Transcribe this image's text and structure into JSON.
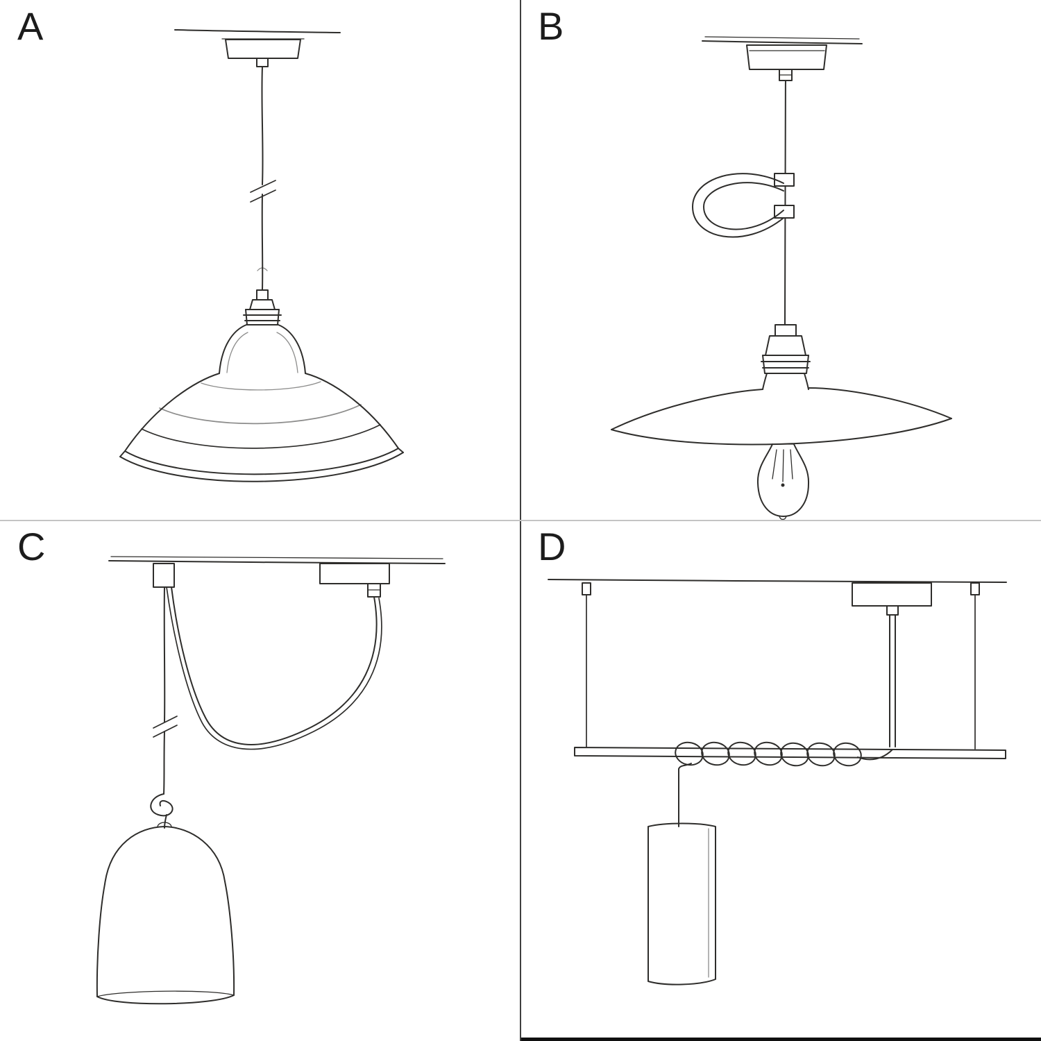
{
  "colors": {
    "ink": "#2e2d2b",
    "divider_vertical": "#3f3f3f",
    "divider_horizontal": "#c4c4c4",
    "baseline": "#101010"
  },
  "panels": [
    {
      "label": "A",
      "illustration": "pendant-with-industrial-bowl-shade-sketch"
    },
    {
      "label": "B",
      "illustration": "pendant-with-cable-hook-plate-shade-and-bulb-sketch"
    },
    {
      "label": "C",
      "illustration": "swag-pendant-with-knot-and-bell-shade-sketch"
    },
    {
      "label": "D",
      "illustration": "bar-suspension-with-coiled-cord-and-tube-shade-sketch"
    }
  ]
}
